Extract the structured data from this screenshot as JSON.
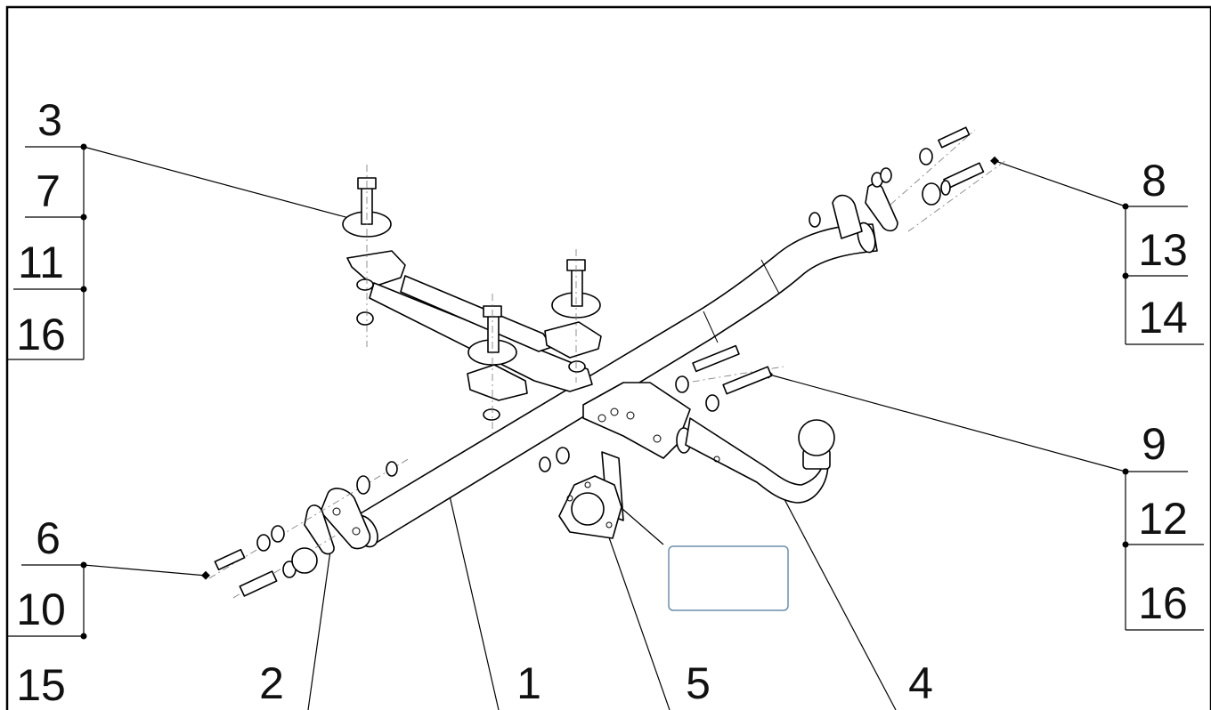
{
  "callouts": {
    "left_group_top": [
      "3",
      "7",
      "11",
      "16"
    ],
    "left_group_bottom": [
      "6",
      "10",
      "15"
    ],
    "right_group_top": [
      "8",
      "13",
      "14"
    ],
    "right_group_mid": [
      "9",
      "12",
      "16"
    ],
    "bottom_labels": [
      "2",
      "1",
      "5",
      "4"
    ]
  }
}
